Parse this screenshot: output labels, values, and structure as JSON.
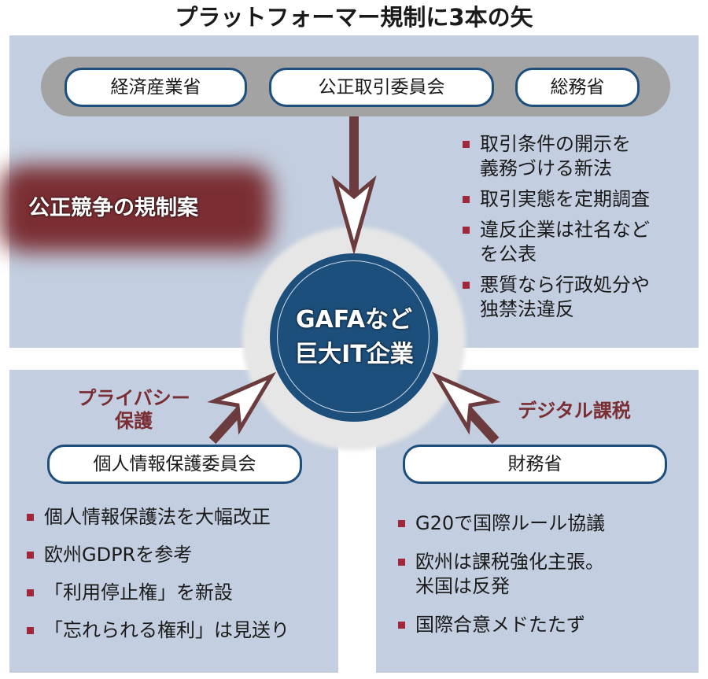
{
  "title": "プラットフォーマー規制に3本の矢",
  "top": {
    "agencies": [
      "経済産業省",
      "公正取引委員会",
      "総務省"
    ],
    "heading": "公正競争の規制案",
    "items": [
      "取引条件の開示を\n義務づける新法",
      "取引実態を定期調査",
      "違反企業は社名など\nを公表",
      "悪質なら行政処分や\n独禁法違反"
    ]
  },
  "center": {
    "line1": "GAFAなど",
    "line2": "巨大IT企業"
  },
  "left": {
    "label_line1": "プライバシー",
    "label_line2": "保護",
    "agency": "個人情報保護委員会",
    "items": [
      "個人情報保護法を大幅改正",
      "欧州GDPRを参考",
      "「利用停止権」を新設",
      "「忘れられる権利」は見送り"
    ]
  },
  "right": {
    "label": "デジタル課税",
    "agency": "財務省",
    "items": [
      "G20で国際ルール協議",
      "欧州は課税強化主張。\n米国は反発",
      "国際合意メドたたず"
    ]
  },
  "colors": {
    "panel": "#c3cfe0",
    "navy": "#1d4f7c",
    "arrow": "#6b3b3e",
    "accent": "#a0283a"
  }
}
